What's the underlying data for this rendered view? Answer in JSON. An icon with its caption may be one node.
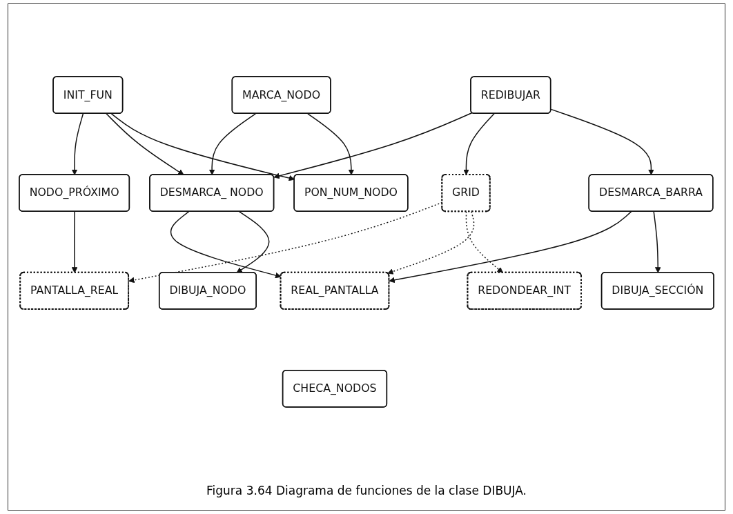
{
  "diagram": {
    "caption": "Figura 3.64 Diagrama de funciones de la clase DIBUJA.",
    "nodes": [
      {
        "text": [
          "MARCA_NODO"
        ]
      },
      {
        "text": [
          "INIT_FUN"
        ]
      },
      {
        "text": [
          "REDIBUJAR"
        ]
      },
      {
        "text": [
          "NODO_PRÓXIMO"
        ]
      },
      {
        "text": [
          "DESMARCA_ NODO"
        ]
      },
      {
        "text": [
          "PON_NUM_NODO"
        ]
      },
      {
        "text": [
          "GRID"
        ]
      },
      {
        "text": [
          "DESMARCA_BARRA"
        ]
      },
      {
        "text": [
          "PANTALLA_REAL"
        ]
      },
      {
        "text": [
          "REDONDEAR_INT"
        ]
      },
      {
        "text": [
          "REAL_PANTALLA"
        ]
      },
      {
        "text": [
          "DIBUJA_NODO"
        ]
      },
      {
        "text": [
          "DIBUJA_SECCIÓN"
        ]
      },
      {
        "text": [
          "CHECA_NODOS"
        ]
      }
    ],
    "edges": [
      {
        "from": 0,
        "to": 4,
        "arrow": "to"
      },
      {
        "from": 0,
        "to": 5,
        "arrow": "to"
      },
      {
        "from": 1,
        "to": 3,
        "arrow": "to"
      },
      {
        "from": 1,
        "to": 4,
        "arrow": "to"
      },
      {
        "from": 1,
        "to": 5,
        "arrow": "to"
      },
      {
        "from": 2,
        "to": 4,
        "arrow": "to"
      },
      {
        "from": 2,
        "to": 6,
        "arrow": "to"
      },
      {
        "from": 2,
        "to": 7,
        "arrow": "to"
      },
      {
        "from": 3,
        "to": 8,
        "arrow": "to"
      },
      {
        "from": 4,
        "to": 10,
        "arrow": "to"
      },
      {
        "from": 4,
        "to": 11,
        "arrow": "to"
      },
      {
        "from": 6,
        "to": 8,
        "arrow": "to",
        "style": "dashed"
      },
      {
        "from": 6,
        "to": 9,
        "arrow": "to",
        "style": "dashed"
      },
      {
        "from": 6,
        "to": 10,
        "arrow": "to",
        "style": "dashed"
      },
      {
        "from": 7,
        "to": 10,
        "arrow": "to"
      },
      {
        "from": 7,
        "to": 12,
        "arrow": "to"
      }
    ]
  }
}
